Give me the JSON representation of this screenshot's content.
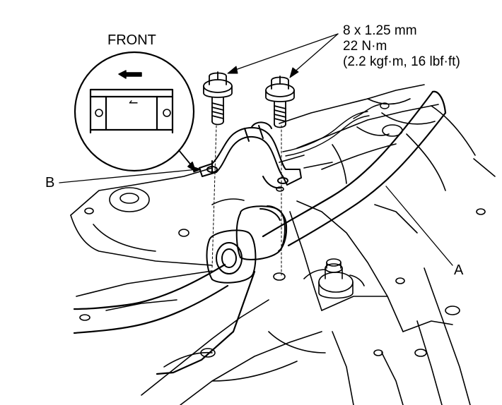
{
  "labels": {
    "front": "FRONT",
    "callout_a": "A",
    "callout_b": "B",
    "spec_line1": "8 x 1.25 mm",
    "spec_line2": "22 N·m",
    "spec_line3": "(2.2 kgf·m, 16 lbf·ft)",
    "bracket_mark": "↼"
  },
  "icons": {
    "direction_arrow": "left-arrow-icon",
    "bolt": "flange-bolt-icon"
  },
  "colors": {
    "line": "#000000",
    "background": "#ffffff"
  }
}
